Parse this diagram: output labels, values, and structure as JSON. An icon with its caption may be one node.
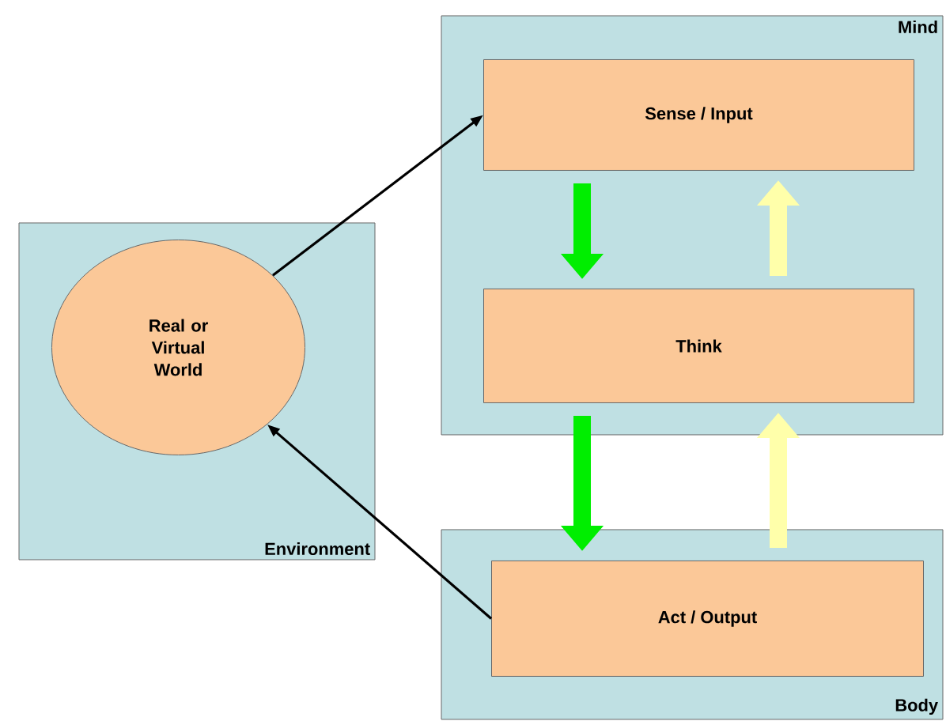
{
  "diagram": {
    "nodes": [
      {
        "text": [
          "Environment"
        ]
      },
      {
        "text": [
          "Real or Virtual World"
        ],
        "in": 0
      },
      {
        "text": [
          "Mind"
        ]
      },
      {
        "text": [
          "Sense / Input"
        ],
        "in": 2
      },
      {
        "text": [
          "Think"
        ],
        "in": 2
      },
      {
        "text": [
          "Body"
        ]
      },
      {
        "text": [
          "Act / Output"
        ],
        "in": 5
      }
    ],
    "edges": [
      {
        "from": 1,
        "to": 3,
        "arrow": "to"
      },
      {
        "from": 6,
        "to": 1,
        "arrow": "to"
      },
      {
        "from": 3,
        "to": 4,
        "arrow": "to",
        "color": "#00ee00"
      },
      {
        "from": 4,
        "to": 3,
        "arrow": "to",
        "color": "#ffffaa"
      },
      {
        "from": 4,
        "to": 6,
        "arrow": "to",
        "color": "#00ee00"
      },
      {
        "from": 6,
        "to": 4,
        "arrow": "to",
        "color": "#ffffaa"
      }
    ]
  }
}
